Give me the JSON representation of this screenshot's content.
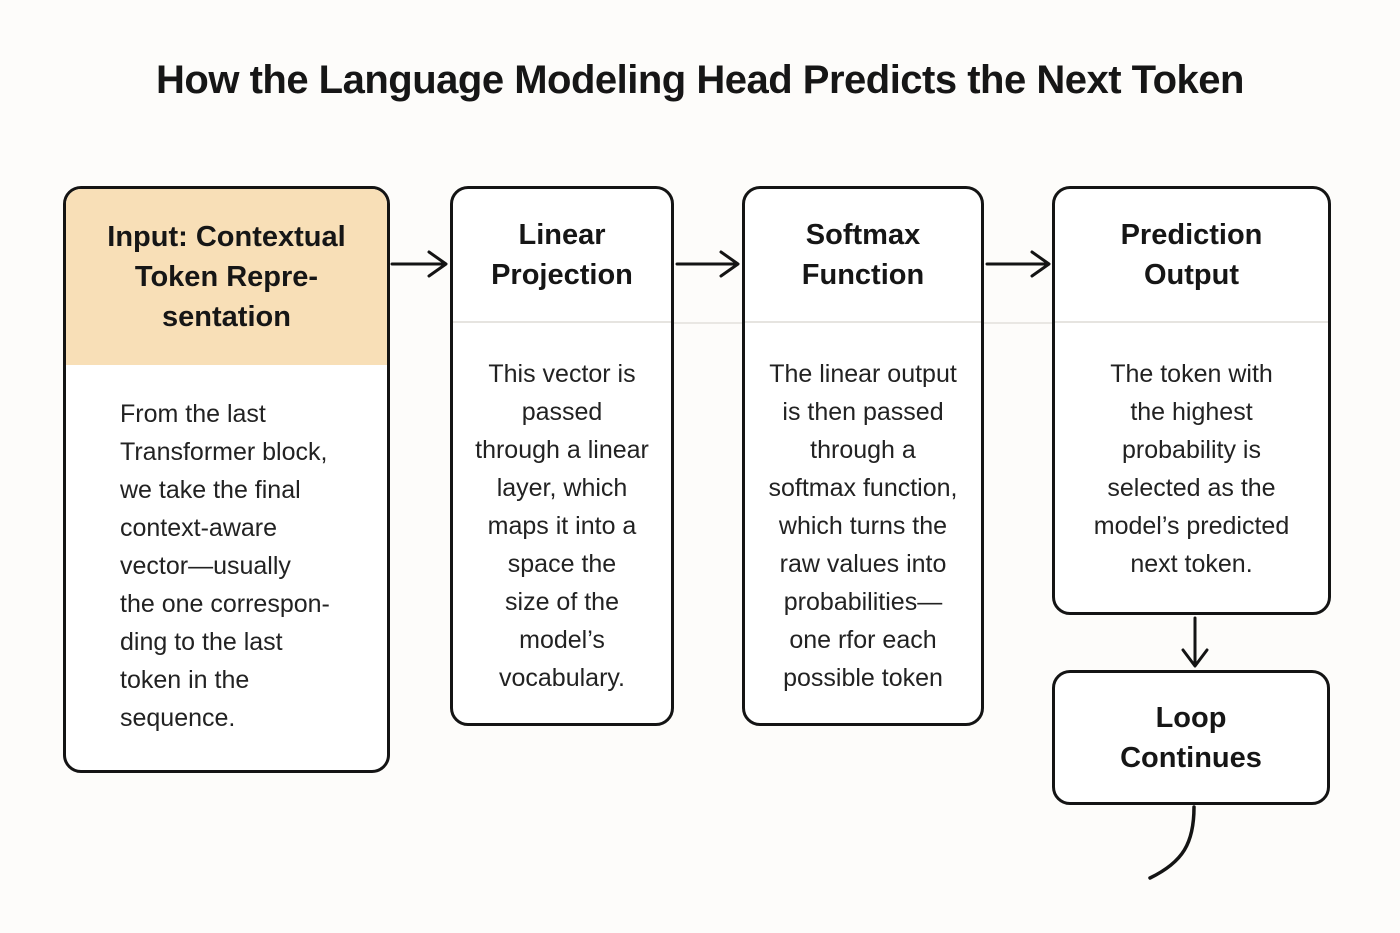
{
  "title": "How the Language Modeling Head Predicts the Next Token",
  "colors": {
    "background": "#FDFCFA",
    "box_border": "#141414",
    "highlight_header": "#F8DFB7",
    "divider": "#E6E4E0",
    "text": "#1C1C1C"
  },
  "flow": {
    "steps": [
      {
        "id": "input-contextual-token-representation",
        "title": "Input: Contextual\nToken Repre-\nsentation",
        "body": "From the last\nTransformer block,\nwe take the final\ncontext-aware\nvector—usually\nthe one correspon-\nding to the last\ntoken in the\nsequence.",
        "highlighted": true
      },
      {
        "id": "linear-projection",
        "title": "Linear\nProjection",
        "body": "This vector is\npassed\nthrough a linear\nlayer, which\nmaps it into a\nspace the\nsize of the\nmodel’s\nvocabulary.",
        "highlighted": false
      },
      {
        "id": "softmax-function",
        "title": "Softmax\nFunction",
        "body": "The linear output\nis then passed\nthrough a\nsoftmax function,\nwhich turns the\nraw values into\nprobabilities—\none rfor each\npossible token",
        "highlighted": false
      },
      {
        "id": "prediction-output",
        "title": "Prediction\nOutput",
        "body": "The token with\nthe highest\nprobability is\nselected as the\nmodel’s predicted\nnext token.",
        "highlighted": false
      }
    ],
    "loop_label": "Loop\nContinues"
  }
}
